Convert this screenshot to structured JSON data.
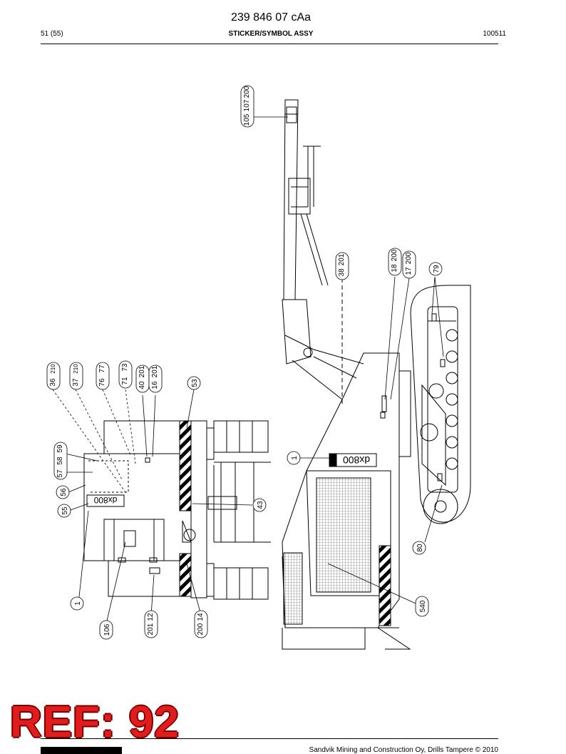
{
  "header": {
    "document_number": "239 846 07 cAa",
    "page": "51 (55)",
    "section_title": "STICKER/SYMBOL ASSY",
    "date_code": "100511"
  },
  "callouts": {
    "c105": "105",
    "c107": "107",
    "c200_top": "200",
    "c38": "38",
    "c201_38": "201",
    "c18": "18",
    "c200_18": "200",
    "c17": "17",
    "c200_17": "200",
    "c79": "79",
    "c36": "36",
    "c210_36": "210",
    "c37": "37",
    "c210_37": "210",
    "c76": "76",
    "c77": "77",
    "c71": "71",
    "c73": "73",
    "c40": "40",
    "c201_40": "201",
    "c16": "16",
    "c201_16": "201",
    "c53": "53",
    "c57": "57",
    "c58": "58",
    "c59": "59",
    "c56": "56",
    "c55": "55",
    "c1_left": "1",
    "c1_right": "1",
    "c43": "43",
    "c106": "106",
    "c201_12": "201",
    "c12": "12",
    "c200_14": "200",
    "c14": "14",
    "c80": "80",
    "c540": "540"
  },
  "model_badge_left": "dx800",
  "model_badge_right": "dx800",
  "stamp": {
    "text": "REF: 92"
  },
  "footer": {
    "company_line": "Sandvik Mining and Construction Oy, Drills Tampere © 2010"
  }
}
